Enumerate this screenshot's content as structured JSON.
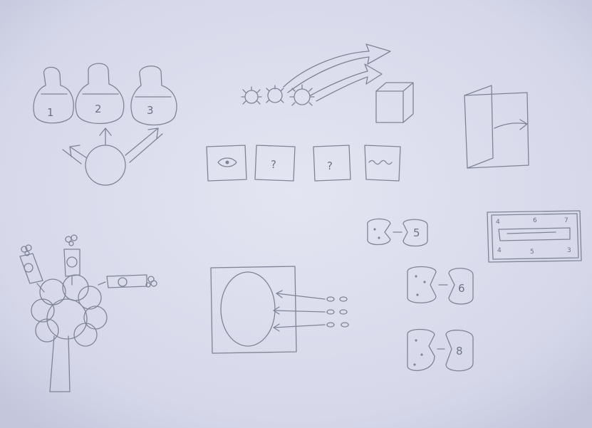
{
  "sketch_sheet": {
    "paper_color": "#d9dbeb",
    "pencil_color": "#7f8496",
    "bulb_labels": [
      "1",
      "2",
      "3"
    ],
    "card_labels": [
      "?",
      "?"
    ],
    "puzzle_labels": [
      "5",
      "6",
      "8"
    ],
    "slot_panel_labels": [
      "4",
      "6",
      "7",
      "4",
      "5",
      "3"
    ]
  }
}
